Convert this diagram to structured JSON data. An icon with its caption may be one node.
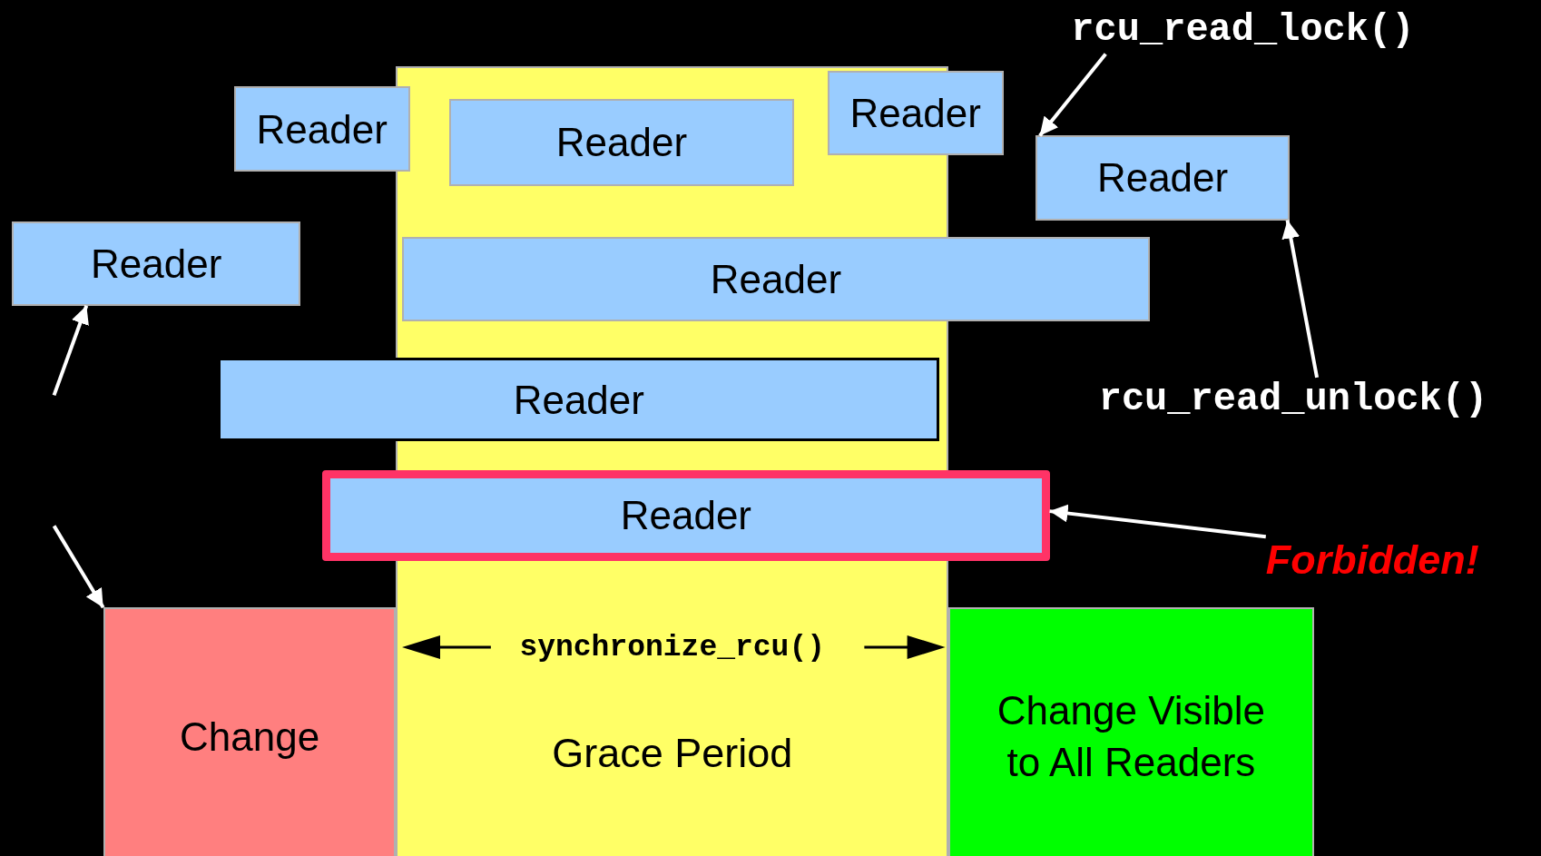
{
  "diagram": {
    "nodes": [
      {
        "text": [
          "synchronize_rcu()",
          "Grace Period"
        ]
      },
      {
        "text": [
          "Reader"
        ]
      },
      {
        "text": [
          "Reader"
        ],
        "in": 0
      },
      {
        "text": [
          "Reader"
        ]
      },
      {
        "text": [
          "Reader"
        ]
      },
      {
        "text": [
          "Reader"
        ]
      },
      {
        "text": [
          "Reader"
        ]
      },
      {
        "text": [
          "Reader"
        ]
      },
      {
        "text": [
          "Reader"
        ]
      },
      {
        "text": [
          "Change"
        ]
      },
      {
        "text": [
          "Change Visible to All Readers"
        ]
      },
      {
        "text": [
          "rcu_read_lock()"
        ]
      },
      {
        "text": [
          "rcu_read_unlock()"
        ]
      },
      {
        "text": [
          "Forbidden!"
        ]
      }
    ],
    "edges": [
      {
        "from": 11,
        "to": 4,
        "arrow": "to"
      },
      {
        "from": 12,
        "to": 4,
        "arrow": "to"
      },
      {
        "from": 13,
        "to": 8,
        "arrow": "to"
      },
      {
        "from": null,
        "to": 5,
        "arrow": "to"
      },
      {
        "from": null,
        "to": 9,
        "arrow": "to"
      }
    ]
  }
}
